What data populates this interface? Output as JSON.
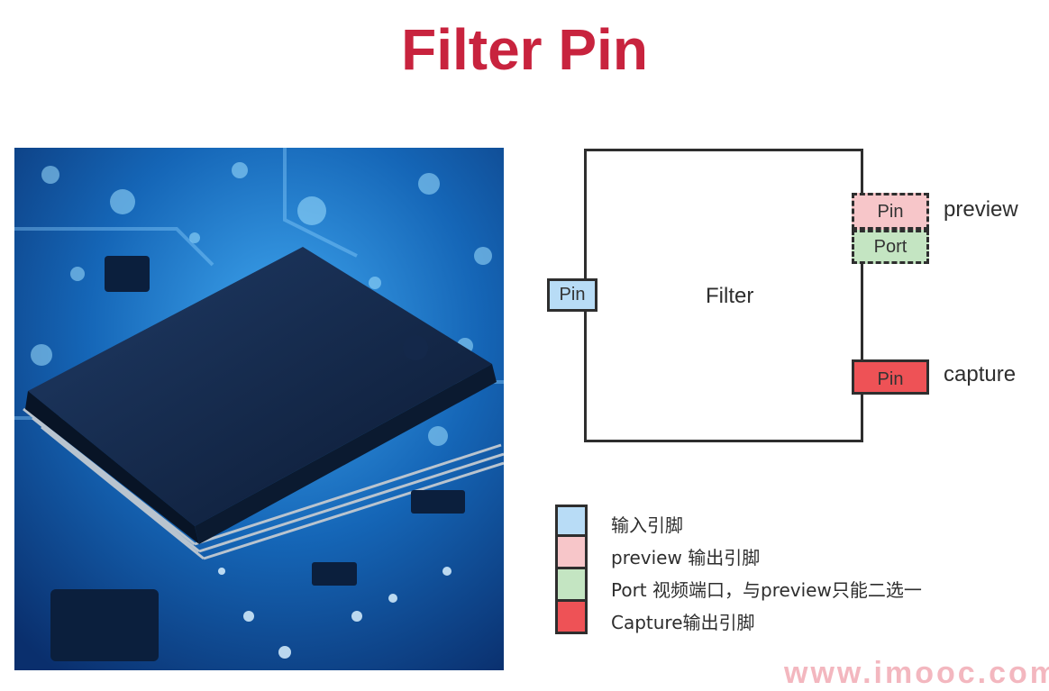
{
  "title": "Filter Pin",
  "diagram": {
    "filter_label": "Filter",
    "input_pin": "Pin",
    "preview_pin": "Pin",
    "preview_port": "Port",
    "capture_pin": "Pin",
    "preview_label": "preview",
    "capture_label": "capture"
  },
  "legend": [
    {
      "color": "#b8dcf6",
      "text": "输入引脚"
    },
    {
      "color": "#f7c6c9",
      "text": "preview 输出引脚"
    },
    {
      "color": "#c4e5c2",
      "text": "Port 视频端口，与preview只能二选一"
    },
    {
      "color": "#ee5256",
      "text": "Capture输出引脚"
    }
  ],
  "watermark": "www.imooc.com"
}
